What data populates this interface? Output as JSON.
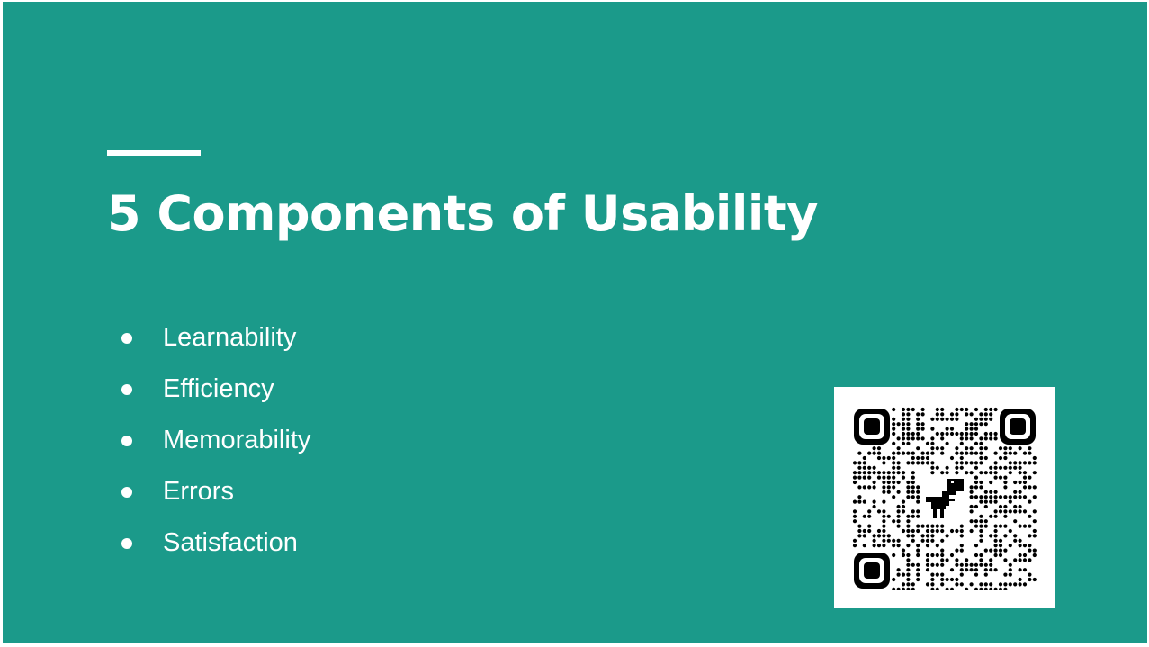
{
  "slide": {
    "background_color": "#1b9a8a",
    "text_color": "#ffffff",
    "title": "5 Components of Usability",
    "bullets": [
      "Learnability",
      "Efficiency",
      "Memorability",
      "Errors",
      "Satisfaction"
    ],
    "qr_code": {
      "icon": "dinosaur-icon"
    }
  }
}
